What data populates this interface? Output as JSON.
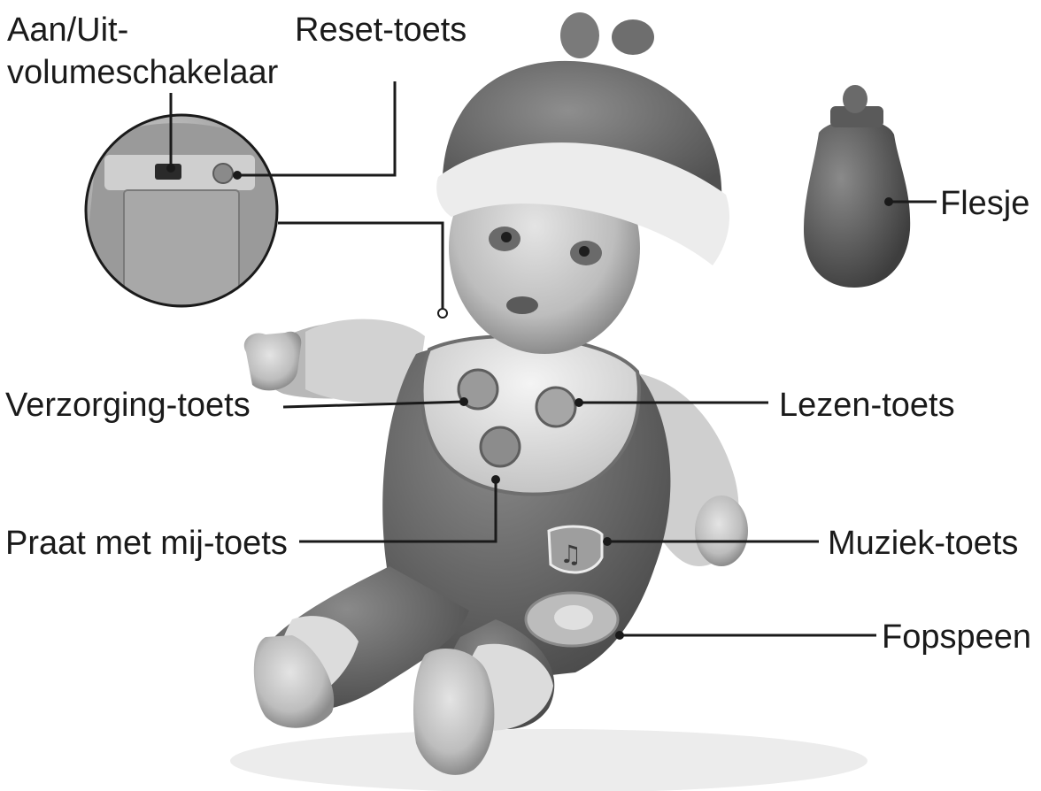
{
  "labels": {
    "power_volume_switch": {
      "line1": "Aan/Uit-",
      "line2": "volumeschakelaar"
    },
    "reset_button": "Reset-toets",
    "bottle": "Flesje",
    "care_button": "Verzorging-toets",
    "read_button": "Lezen-toets",
    "talk_button": "Praat met mij-toets",
    "music_button": "Muziek-toets",
    "pacifier": "Fopspeen"
  },
  "colors": {
    "text": "#1a1a1a",
    "leader_line": "#1a1a1a",
    "background": "#ffffff"
  },
  "icons": {
    "music_button": "music-note-icon",
    "read_button": "book-icon",
    "care_button": "care-icon",
    "talk_button": "talk-icon"
  }
}
